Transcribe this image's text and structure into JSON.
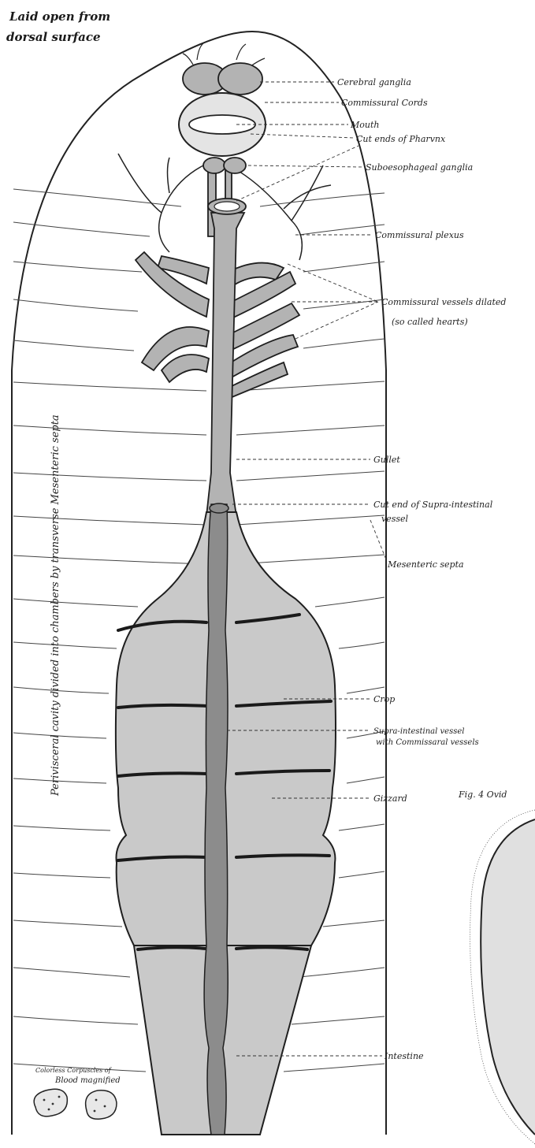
{
  "title": {
    "line1": "Laid open from",
    "line2": "dorsal surface"
  },
  "labels": {
    "cerebral_ganglia": "Cerebral ganglia",
    "commissural_cords": "Commissural Cords",
    "mouth": "Mouth",
    "cut_ends_pharynx": "Cut ends of Pharvnx",
    "suboesophageal": "Suboesophageal ganglia",
    "commissural_plexus": "Commissural plexus",
    "hearts_line1": "Commissural vessels dilated",
    "hearts_line2": "(so called hearts)",
    "gullet": "Gullet",
    "supra_cut_line1": "Cut end of Supra-intestinal",
    "supra_cut_line2": "vessel",
    "mesenteric": "Mesenteric septa",
    "crop": "Crop",
    "supra_vessel_line1": "Supra-intestinal vessel",
    "supra_vessel_line2": "with Commissaral vessels",
    "gizzard": "Gizzard",
    "intestine": "Intestine",
    "corpuscles_line1": "Colorless Corpuscles of",
    "corpuscles_line2": "Blood magnified",
    "vertical_caption": "Perivisceral cavity divided into chambers by transverse Mesenteric septa",
    "fig4": "Fig. 4  Ovid"
  }
}
